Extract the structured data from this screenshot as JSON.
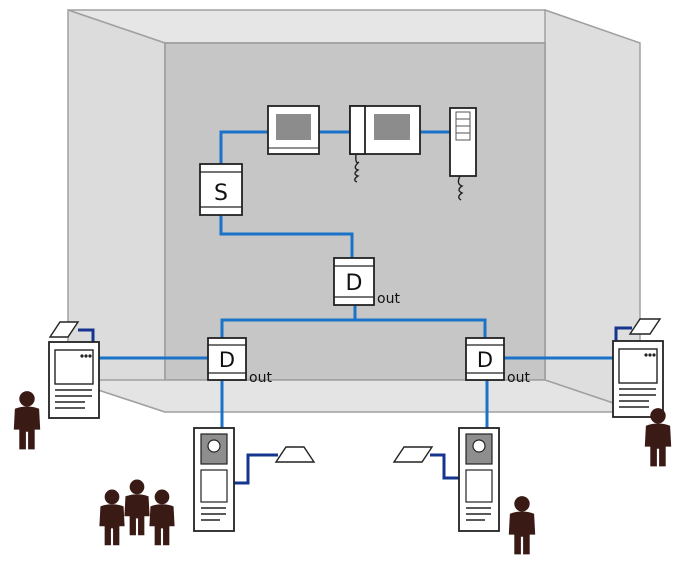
{
  "colors": {
    "wire": "#1a73c9",
    "wire_dark": "#16358f",
    "room_back": "#c8c8c8",
    "room_side": "#d9d9d9",
    "room_edge": "#9a9a9a",
    "person": "#3a1a14"
  },
  "switch": {
    "letter": "S"
  },
  "distributors": [
    {
      "letter": "D",
      "port": "out"
    },
    {
      "letter": "D",
      "port": "out"
    },
    {
      "letter": "D",
      "port": "out"
    }
  ],
  "icons": {
    "monitor": "video-monitor-icon",
    "handset_monitor": "handset-video-monitor-icon",
    "intercom": "audio-intercom-handset-icon",
    "door_station": "door-station-icon",
    "camera": "outdoor-camera-icon",
    "person": "person-icon"
  }
}
